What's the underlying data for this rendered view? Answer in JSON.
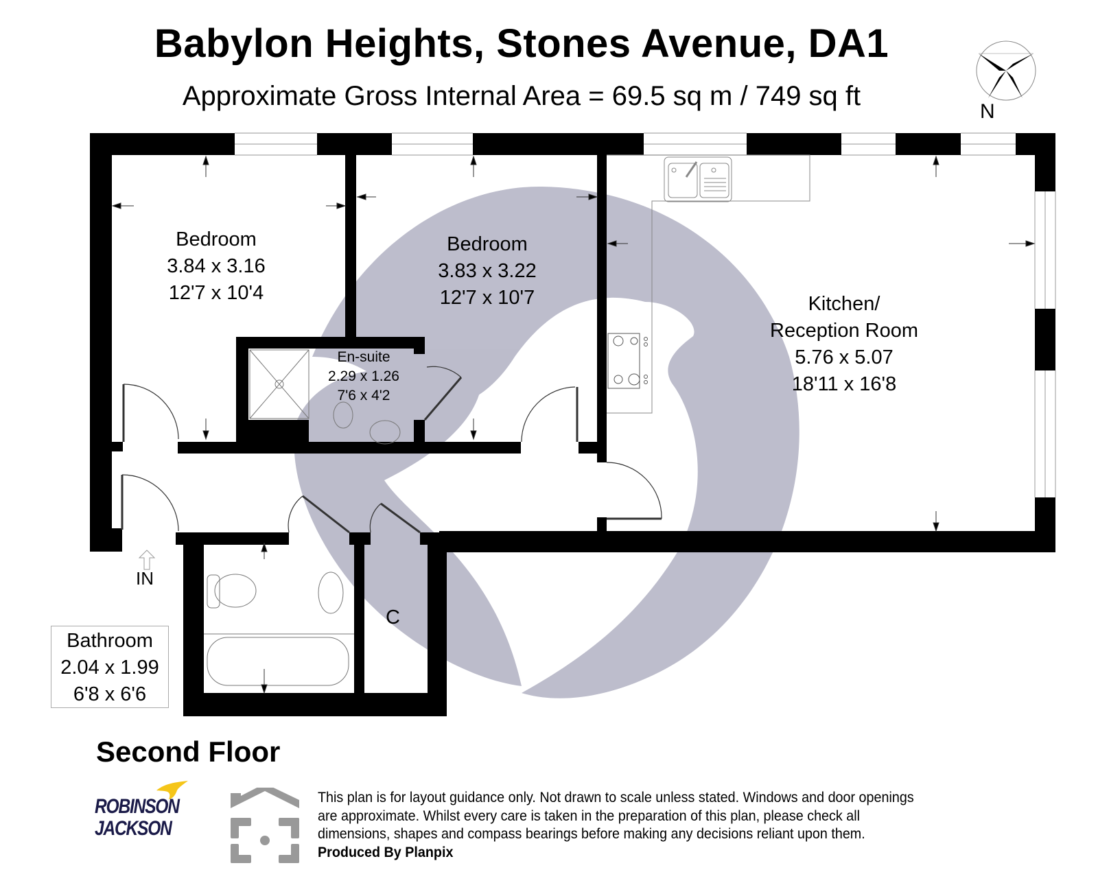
{
  "header": {
    "title": "Babylon Heights, Stones Avenue, DA1",
    "subtitle": "Approximate Gross Internal Area = 69.5 sq m / 749 sq ft"
  },
  "compass": {
    "label": "N",
    "icon": "compass-rose-icon"
  },
  "rooms": [
    {
      "id": "bedroom-1",
      "name": "Bedroom",
      "metric": "3.84 x 3.16",
      "imperial": "12'7 x 10'4"
    },
    {
      "id": "bedroom-2",
      "name": "Bedroom",
      "metric": "3.83 x 3.22",
      "imperial": "12'7 x 10'7"
    },
    {
      "id": "en-suite",
      "name": "En-suite",
      "metric": "2.29 x 1.26",
      "imperial": "7'6 x 4'2"
    },
    {
      "id": "kitchen-reception",
      "name_line1": "Kitchen/",
      "name_line2": "Reception Room",
      "metric": "5.76 x 5.07",
      "imperial": "18'11 x 16'8"
    },
    {
      "id": "bathroom",
      "name": "Bathroom",
      "metric": "2.04 x 1.99",
      "imperial": "6'8 x 6'6"
    }
  ],
  "closet_label": "C",
  "entrance_label": "IN",
  "floor_name": "Second Floor",
  "branding": {
    "agent_line1": "ROBINSON",
    "agent_line2": "JACKSON",
    "agent_color": "#1a1a48",
    "agent_accent": "#f5c518",
    "watermark_color": "#b9b9c9"
  },
  "disclaimer": {
    "line1": "This plan is for layout guidance only. Not drawn to scale unless stated. Windows and door openings",
    "line2": "are approximate. Whilst every care is taken in the preparation of this plan, please check all",
    "line3": "dimensions, shapes and compass bearings before making any decisions reliant upon them.",
    "produced_by": "Produced By Planpix"
  }
}
